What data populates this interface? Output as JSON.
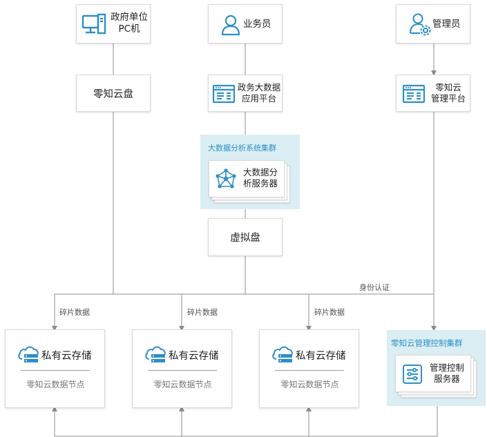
{
  "top": {
    "gov_pc": "政府单位\nPC机",
    "clerk": "业务员",
    "admin": "管理员"
  },
  "mid": {
    "zero_disk": "零知云盘",
    "gov_app": "政务大数据\n应用平台",
    "mgmt_platform": "零知云\n管理平台",
    "analysis_cluster": "大数据分析系统集群",
    "analysis_server": "大数据分\n析服务器",
    "virtual_disk": "虚拟盘"
  },
  "labels": {
    "auth": "身份认证",
    "shard1": "碎片数据",
    "shard2": "碎片数据",
    "shard3": "碎片数据"
  },
  "storage": [
    {
      "title": "私有云存储",
      "subtitle": "零知云数据节点"
    },
    {
      "title": "私有云存储",
      "subtitle": "零知云数据节点"
    },
    {
      "title": "私有云存储",
      "subtitle": "零知云数据节点"
    }
  ],
  "control": {
    "cluster": "零知云管理控制集群",
    "server": "管理控制\n服务器"
  },
  "colors": {
    "accent": "#2c8fc7",
    "cluster_bg": "#daeef3",
    "line": "#8c8c8c"
  }
}
